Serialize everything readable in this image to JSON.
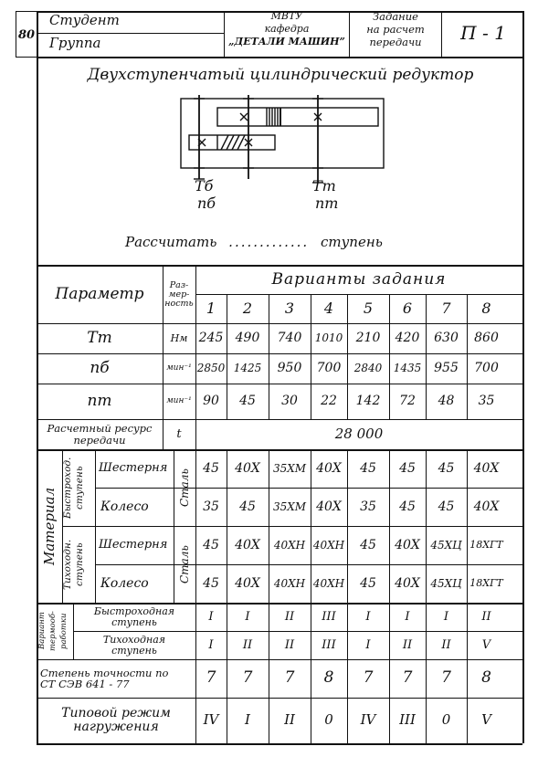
{
  "header": {
    "page_number": "80",
    "student_label": "Студент",
    "group_label": "Группа",
    "institution_lines": [
      "МВТУ",
      "кафедра",
      "„ДЕТАЛИ МАШИН”"
    ],
    "assignment_lines": [
      "Задание",
      "на расчет",
      "передачи"
    ],
    "code": "П - 1"
  },
  "title": "Двухступенчатый цилиндрический редуктор",
  "diagram_labels": {
    "left_torque": "Тб",
    "left_speed": "nб",
    "right_torque": "Тт",
    "right_speed": "nт"
  },
  "calc_line": {
    "prefix": "Рассчитать",
    "dots": ".............",
    "suffix": "ступень"
  },
  "table": {
    "param_header": "Параметр",
    "unit_header": [
      "Раз-",
      "мер-",
      "ность"
    ],
    "variants_header": "Варианты задания",
    "variants": [
      "1",
      "2",
      "3",
      "4",
      "5",
      "6",
      "7",
      "8"
    ],
    "rows": [
      {
        "param": "Тт",
        "unit": "Нм",
        "values": [
          "245",
          "490",
          "740",
          "1010",
          "210",
          "420",
          "630",
          "860"
        ]
      },
      {
        "param": "nб",
        "unit": "мин⁻¹",
        "values": [
          "2850",
          "1425",
          "950",
          "700",
          "2840",
          "1435",
          "955",
          "700"
        ]
      },
      {
        "param": "nт",
        "unit": "мин⁻¹",
        "values": [
          "90",
          "45",
          "30",
          "22",
          "142",
          "72",
          "48",
          "35"
        ]
      }
    ],
    "resource": {
      "label": [
        "Расчетный ресурс",
        "передачи"
      ],
      "unit": "t",
      "value": "28 000"
    },
    "material": {
      "group_label": "Материал",
      "steel_label": "Сталь",
      "stages": [
        {
          "label": [
            "Быстроход.",
            "ступень"
          ],
          "items": [
            {
              "name": "Шестерня",
              "values": [
                "45",
                "40Х",
                "35ХМ",
                "40Х",
                "45",
                "45",
                "45",
                "40Х"
              ]
            },
            {
              "name": "Колесо",
              "values": [
                "35",
                "45",
                "35ХМ",
                "40Х",
                "35",
                "45",
                "45",
                "40Х"
              ]
            }
          ]
        },
        {
          "label": [
            "Тихоходн.",
            "ступень"
          ],
          "items": [
            {
              "name": "Шестерня",
              "values": [
                "45",
                "40Х",
                "40ХН",
                "40ХН",
                "45",
                "40Х",
                "45ХЦ",
                "18ХГТ"
              ]
            },
            {
              "name": "Колесо",
              "values": [
                "45",
                "40Х",
                "40ХН",
                "40ХН",
                "45",
                "40Х",
                "45ХЦ",
                "18ХГТ"
              ]
            }
          ]
        }
      ]
    },
    "heat": {
      "group_label": [
        "Вариант",
        "термооб-",
        "работки"
      ],
      "rows": [
        {
          "label": [
            "Быстроходная",
            "ступень"
          ],
          "values": [
            "I",
            "I",
            "II",
            "III",
            "I",
            "I",
            "I",
            "II"
          ]
        },
        {
          "label": [
            "Тихоходная",
            "ступень"
          ],
          "values": [
            "I",
            "II",
            "II",
            "III",
            "I",
            "II",
            "II",
            "V"
          ]
        }
      ]
    },
    "accuracy": {
      "label": [
        "Степень точности по",
        "СТ СЭВ 641 - 77"
      ],
      "values": [
        "7",
        "7",
        "7",
        "8",
        "7",
        "7",
        "7",
        "8"
      ]
    },
    "load_mode": {
      "label": [
        "Типовой режим",
        "нагружения"
      ],
      "values": [
        "IV",
        "I",
        "II",
        "0",
        "IV",
        "III",
        "0",
        "V"
      ]
    }
  }
}
